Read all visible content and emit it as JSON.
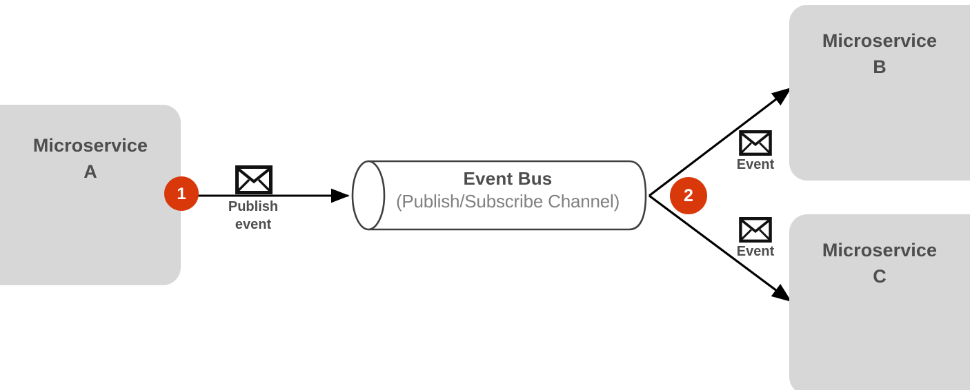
{
  "diagram": {
    "title": "Event Bus Publish/Subscribe Microservices Diagram",
    "colors": {
      "box_fill": "#d7d7d7",
      "badge_orange": "#d9380b",
      "text_dark": "#4d4d4d",
      "text_light": "#808080",
      "stroke": "#3f3f3f",
      "arrow": "#000000",
      "background": "#ffffff"
    },
    "nodes": {
      "microservice_a": {
        "label": "Microservice\nA",
        "name_line1": "Microservice",
        "name_line2": "A"
      },
      "microservice_b": {
        "label": "Microservice\nB",
        "name_line1": "Microservice",
        "name_line2": "B"
      },
      "microservice_c": {
        "label": "Microservice\nC",
        "name_line1": "Microservice",
        "name_line2": "C"
      },
      "event_bus": {
        "title": "Event Bus",
        "subtitle": "(Publish/Subscribe Channel)",
        "shape": "cylinder"
      }
    },
    "badges": [
      {
        "id": "step-1",
        "label": "1"
      },
      {
        "id": "step-2",
        "label": "2"
      }
    ],
    "edges": [
      {
        "id": "publish-edge",
        "from": "microservice_a",
        "to": "event_bus",
        "label": "Publish\nevent",
        "icon": "envelope-icon"
      },
      {
        "id": "deliver-edge-b",
        "from": "event_bus",
        "to": "microservice_b",
        "label": "Event",
        "icon": "envelope-icon"
      },
      {
        "id": "deliver-edge-c",
        "from": "event_bus",
        "to": "microservice_c",
        "label": "Event",
        "icon": "envelope-icon"
      }
    ]
  }
}
